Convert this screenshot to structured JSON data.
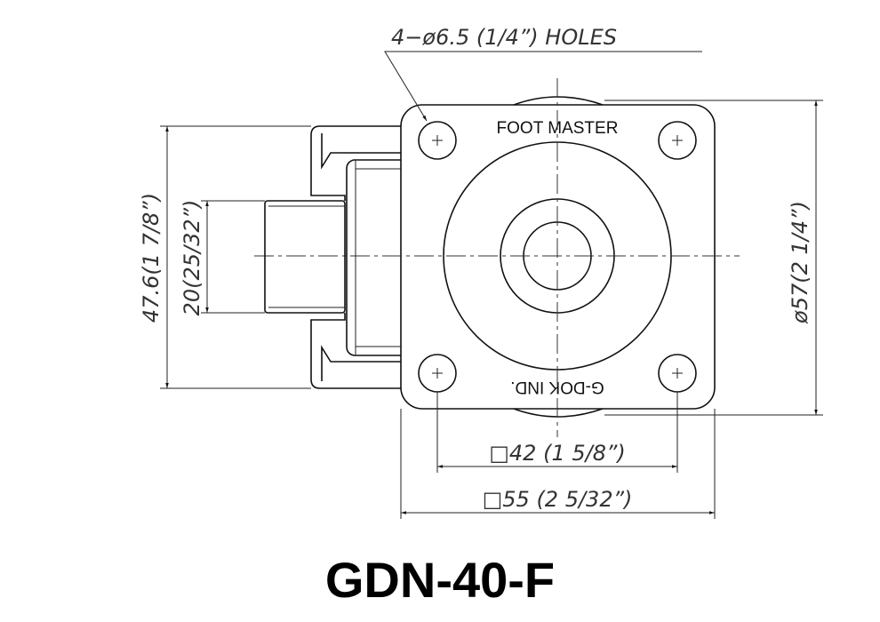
{
  "drawing": {
    "hole_callout": "4−ø6.5 (1/4”) HOLES",
    "plate_top_text": "FOOT MASTER",
    "plate_bottom_text": "G-DOK IND.",
    "dim_height": "47.6(1 7/8”)",
    "dim_stem": "20(25/32”)",
    "dim_diameter": "ø57(2 1/4”)",
    "dim_hole_spacing": "□42 (1 5/8”)",
    "dim_plate_width": "□55 (2 5/32”)"
  },
  "title": "GDN-40-F"
}
